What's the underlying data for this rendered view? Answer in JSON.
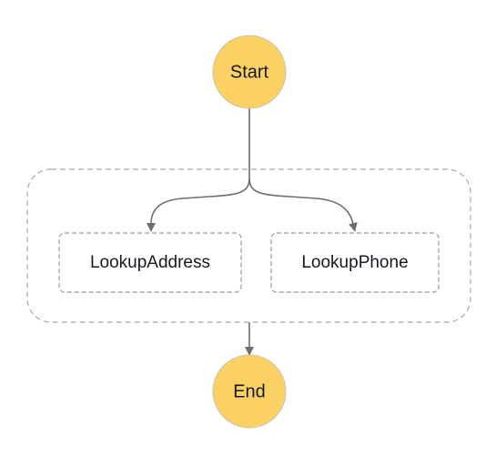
{
  "diagram": {
    "start_label": "Start",
    "end_label": "End",
    "parallel_branches": [
      {
        "label": "LookupAddress"
      },
      {
        "label": "LookupPhone"
      }
    ]
  },
  "colors": {
    "terminal_fill": "#fbd163",
    "terminal_stroke": "#c8c2b6",
    "task_border": "#9a9a9a",
    "parallel_border": "#a9a9a9",
    "edge": "#6e6e6e",
    "text": "#16191f",
    "background": "#ffffff"
  }
}
